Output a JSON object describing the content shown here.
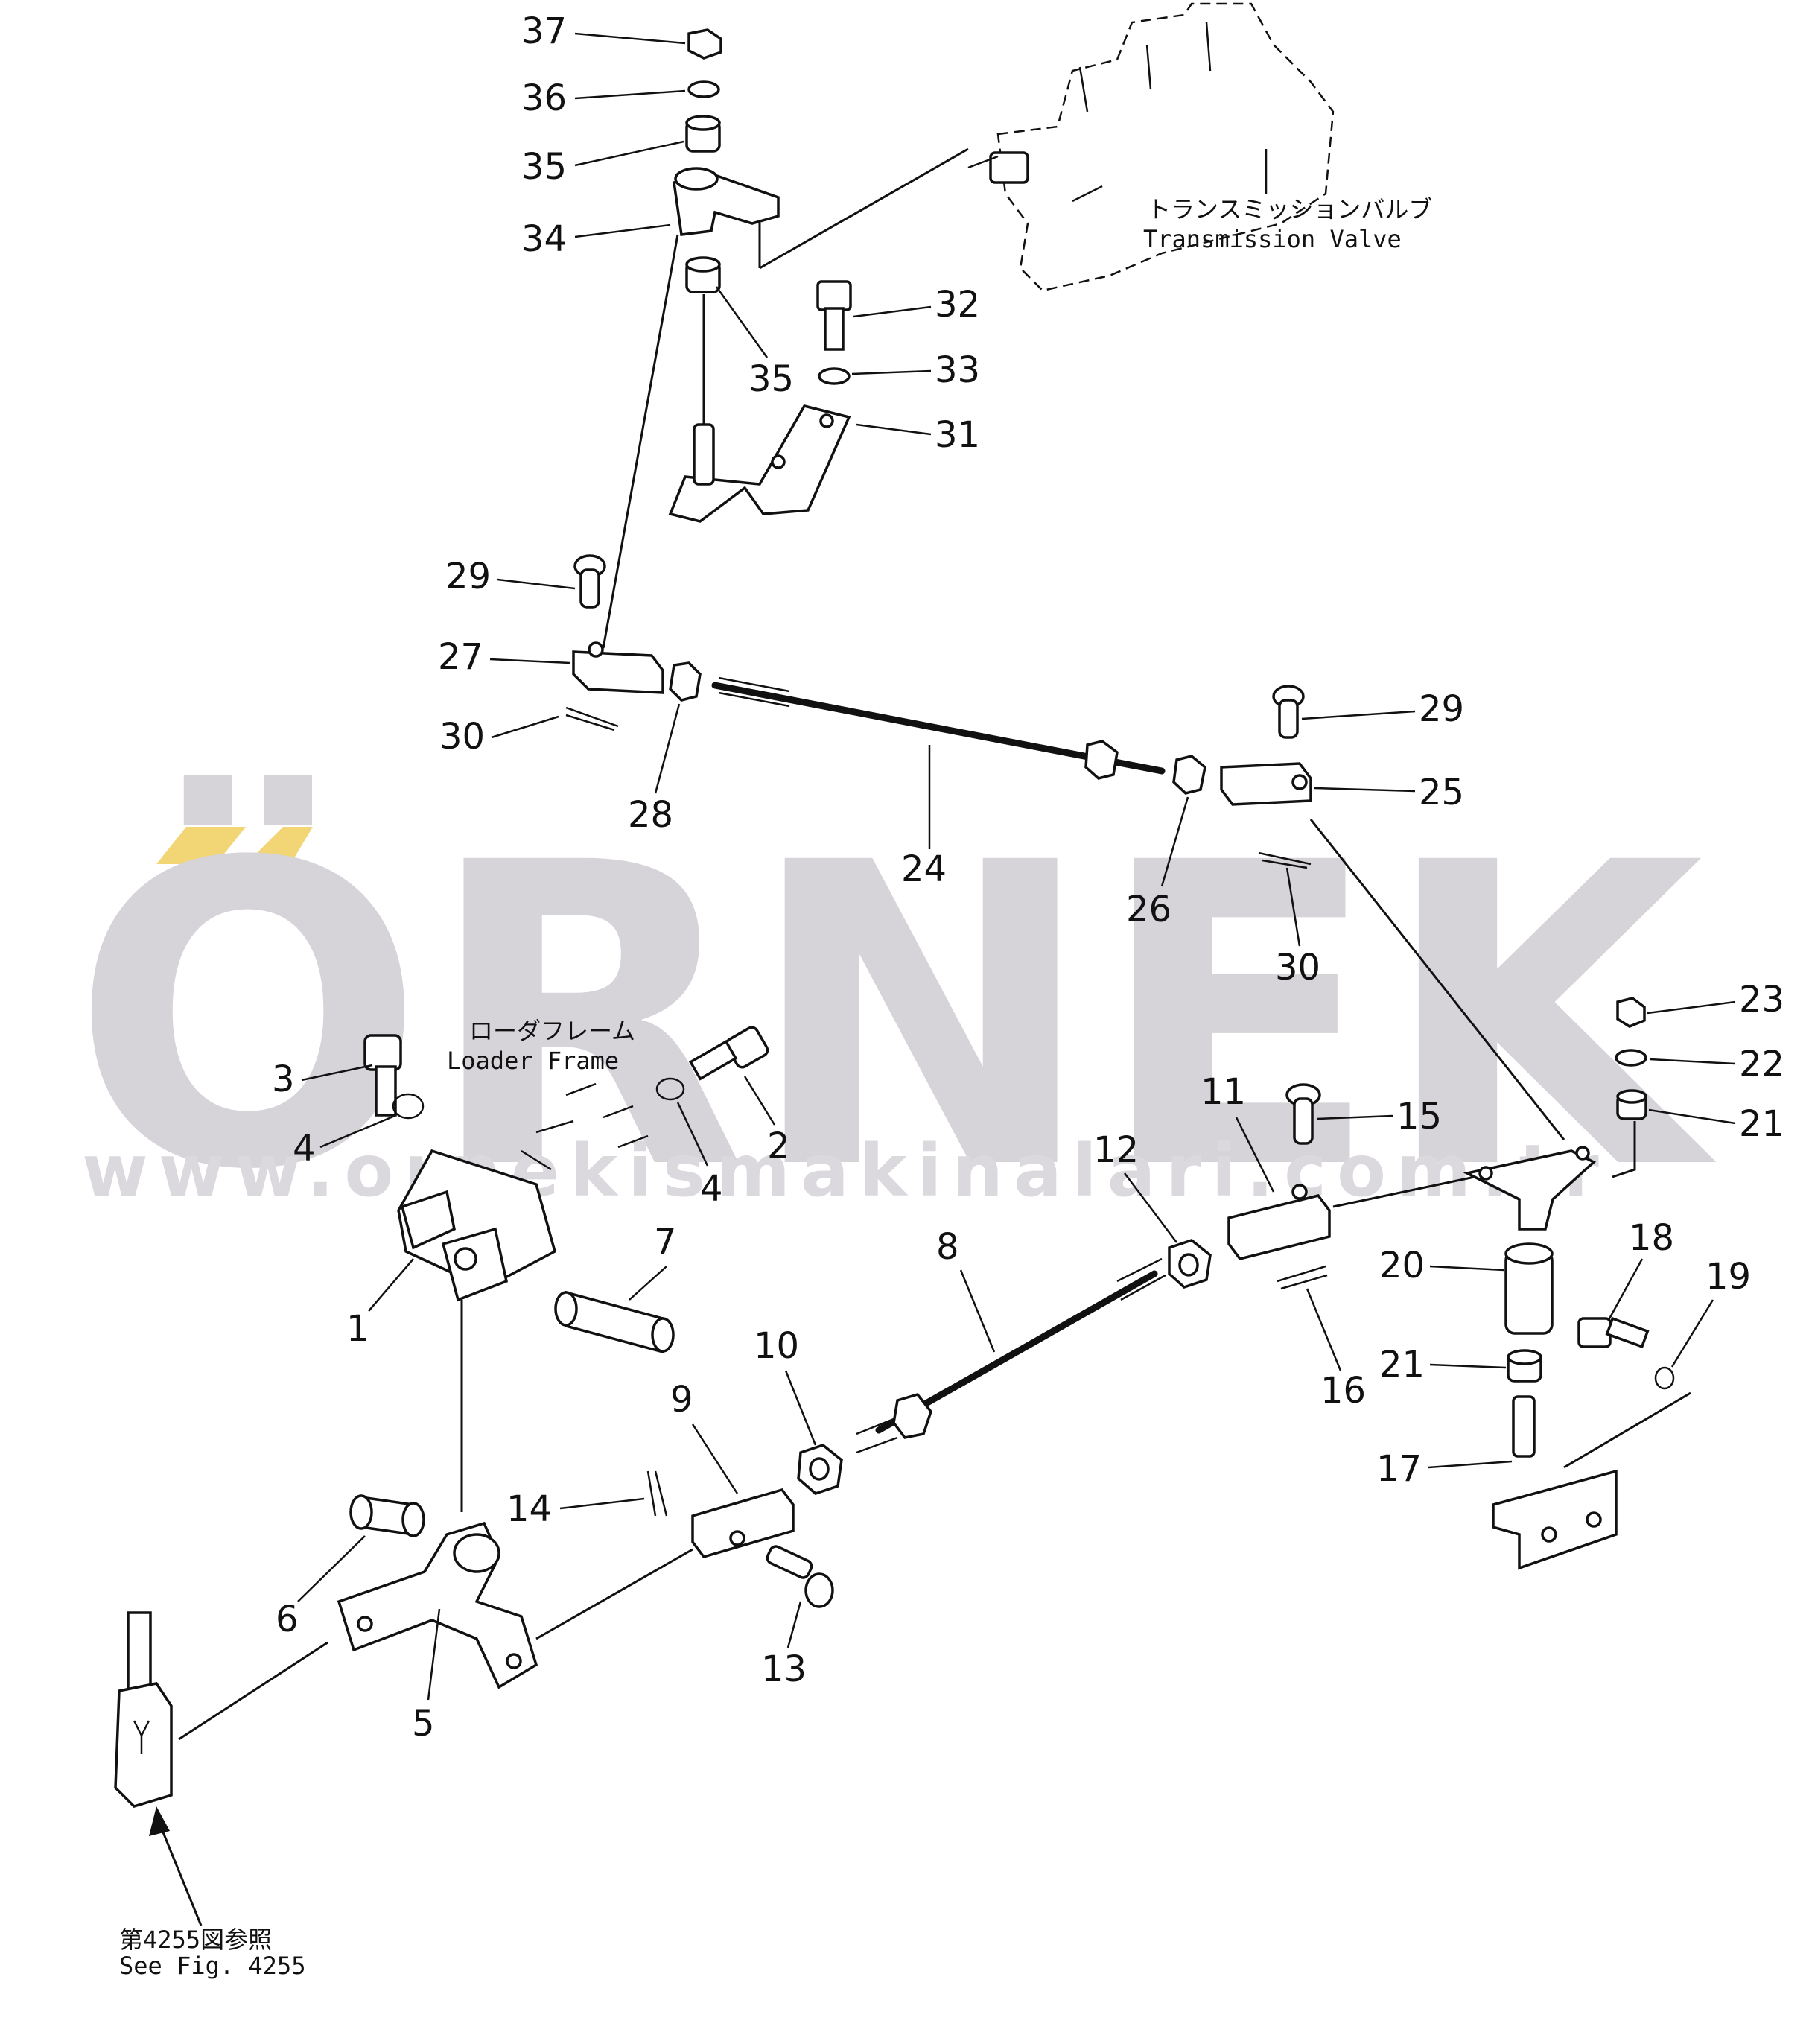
{
  "watermark": {
    "brand": "ÖRNEK",
    "url": "www.ornekismakinalari.com.tr",
    "accent": "#f2d675",
    "gray": "#d6d3d9"
  },
  "annotations": {
    "transmission_valve_jp": "トランスミッションバルブ",
    "transmission_valve_en": "Transmission  Valve",
    "loader_frame_jp": "ローダフレーム",
    "loader_frame_en": "Loader  Frame",
    "see_fig_jp": "第4255図参照",
    "see_fig_en": "See  Fig.  4255"
  },
  "callouts": [
    {
      "text": "37"
    },
    {
      "text": "36"
    },
    {
      "text": "35"
    },
    {
      "text": "34"
    },
    {
      "text": "35"
    },
    {
      "text": "32"
    },
    {
      "text": "33"
    },
    {
      "text": "31"
    },
    {
      "text": "29"
    },
    {
      "text": "27"
    },
    {
      "text": "30"
    },
    {
      "text": "28"
    },
    {
      "text": "24"
    },
    {
      "text": "29"
    },
    {
      "text": "25"
    },
    {
      "text": "26"
    },
    {
      "text": "30"
    },
    {
      "text": "23"
    },
    {
      "text": "22"
    },
    {
      "text": "21"
    },
    {
      "text": "3"
    },
    {
      "text": "2"
    },
    {
      "text": "4"
    },
    {
      "text": "4"
    },
    {
      "text": "11"
    },
    {
      "text": "15"
    },
    {
      "text": "12"
    },
    {
      "text": "8"
    },
    {
      "text": "7"
    },
    {
      "text": "1"
    },
    {
      "text": "20"
    },
    {
      "text": "18"
    },
    {
      "text": "19"
    },
    {
      "text": "10"
    },
    {
      "text": "9"
    },
    {
      "text": "16"
    },
    {
      "text": "21"
    },
    {
      "text": "14"
    },
    {
      "text": "17"
    },
    {
      "text": "6"
    },
    {
      "text": "13"
    },
    {
      "text": "5"
    }
  ]
}
